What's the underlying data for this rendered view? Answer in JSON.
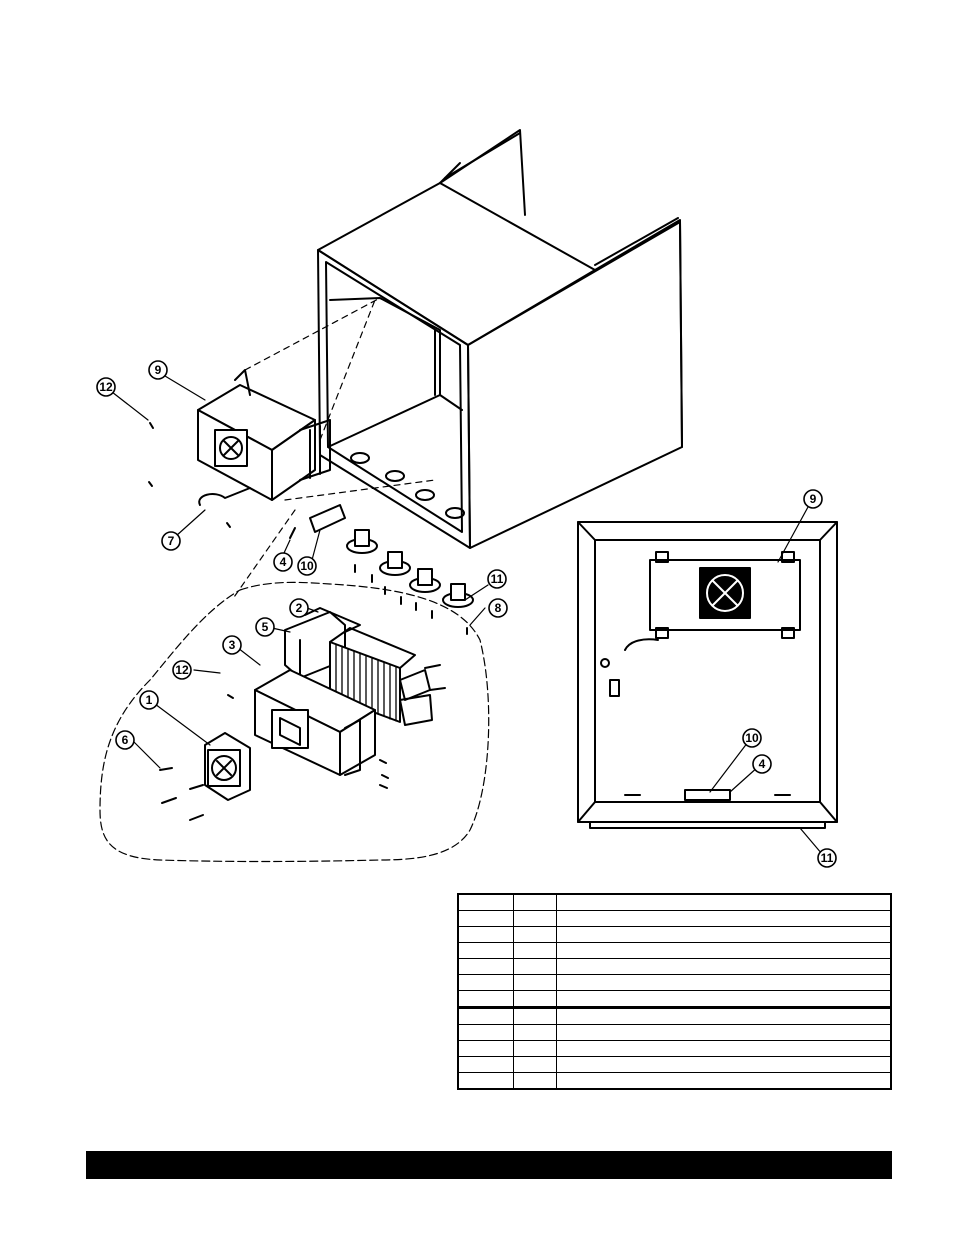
{
  "diagram": {
    "exploded_view": {
      "callouts": [
        "12",
        "9",
        "7",
        "4",
        "10",
        "11",
        "8",
        "2",
        "5",
        "3",
        "12",
        "1",
        "6"
      ]
    },
    "assembled_view": {
      "callouts": [
        "9",
        "10",
        "4",
        "11"
      ]
    }
  },
  "parts_table": {
    "rows": [
      [
        "",
        "",
        ""
      ],
      [
        "",
        "",
        ""
      ],
      [
        "",
        "",
        ""
      ],
      [
        "",
        "",
        ""
      ],
      [
        "",
        "",
        ""
      ],
      [
        "",
        "",
        ""
      ],
      [
        "",
        "",
        ""
      ],
      [
        "",
        "",
        ""
      ],
      [
        "",
        "",
        ""
      ],
      [
        "",
        "",
        ""
      ],
      [
        "",
        "",
        ""
      ],
      [
        "",
        "",
        ""
      ]
    ]
  },
  "footer": {
    "text": ""
  }
}
